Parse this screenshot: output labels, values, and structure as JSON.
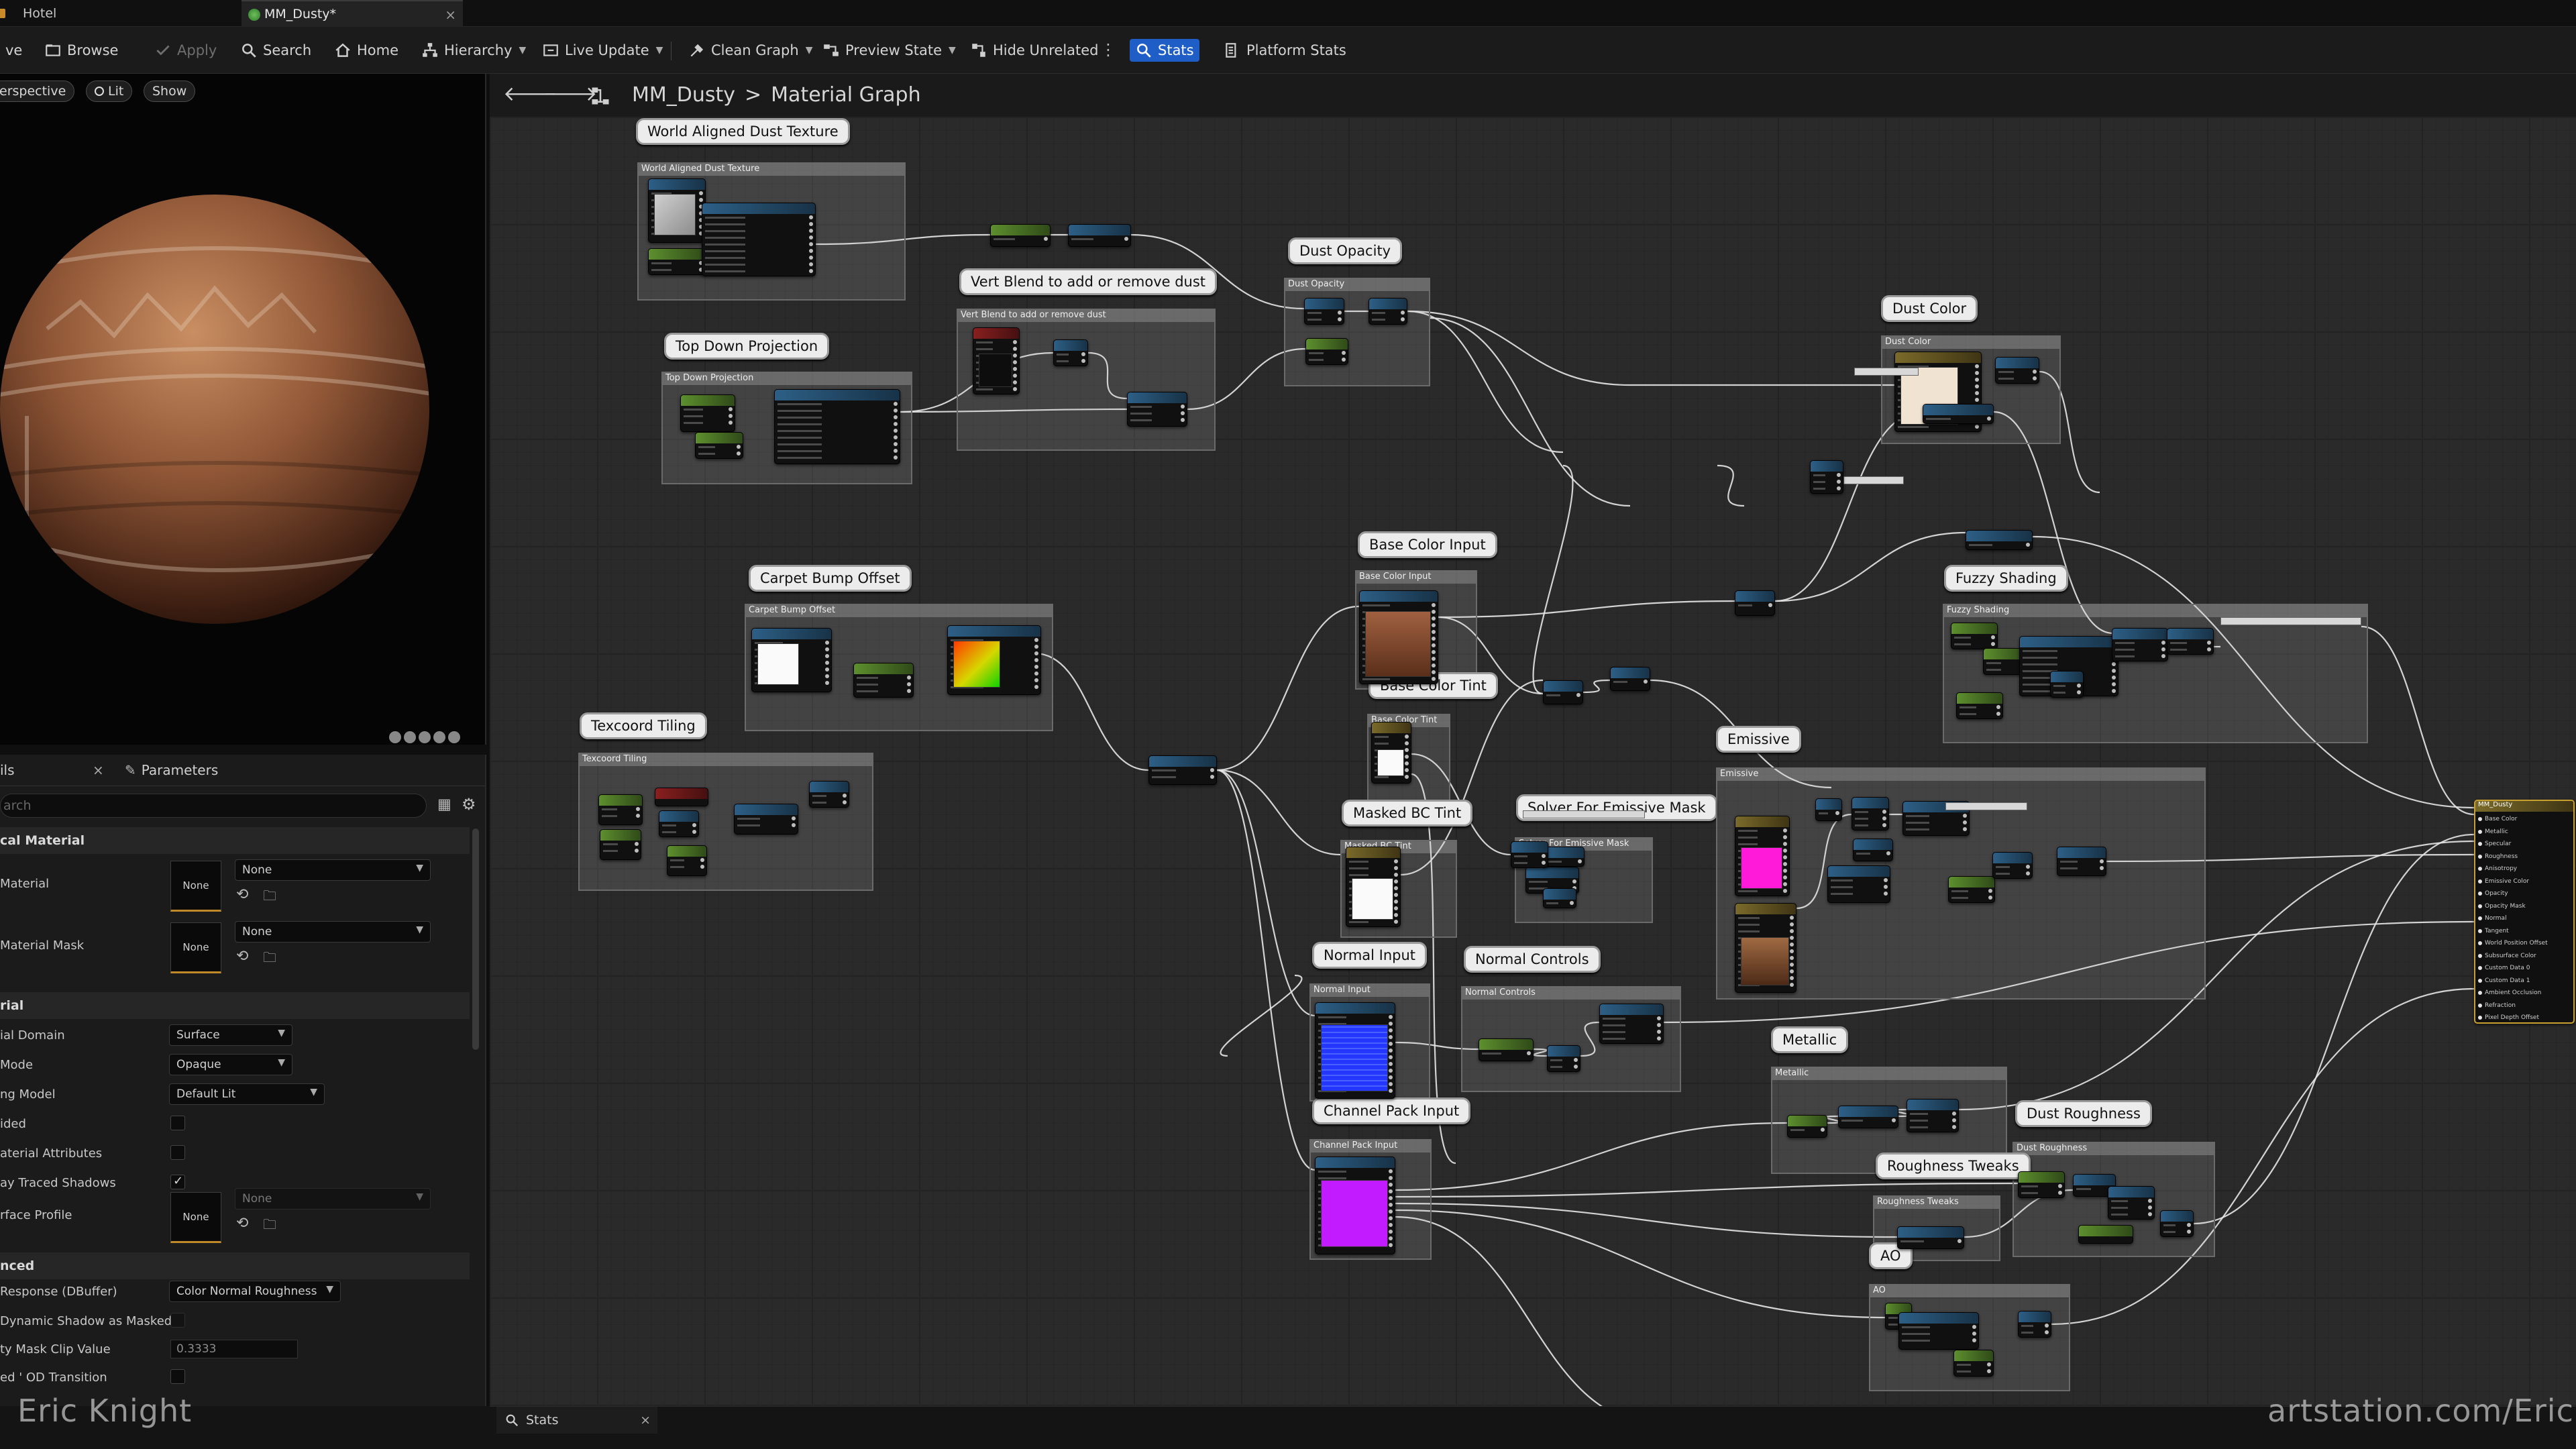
{
  "tabs": [
    {
      "label": "Hotel",
      "active": false
    },
    {
      "label": "MM_Dusty*",
      "active": true
    }
  ],
  "toolbar": {
    "left_fragment": "ve",
    "items": [
      {
        "label": "Browse",
        "icon": "browse-icon"
      },
      {
        "label": "Apply",
        "icon": "apply-icon",
        "disabled": true
      },
      {
        "label": "Search",
        "icon": "search-icon"
      },
      {
        "label": "Home",
        "icon": "home-icon"
      },
      {
        "label": "Hierarchy",
        "icon": "hierarchy-icon",
        "dropdown": true
      },
      {
        "label": "Live Update",
        "icon": "live-update-icon",
        "dropdown": true
      },
      {
        "label": "Clean Graph",
        "icon": "clean-graph-icon",
        "dropdown": true
      },
      {
        "label": "Preview State",
        "icon": "preview-state-icon",
        "dropdown": true
      },
      {
        "label": "Hide Unrelated",
        "icon": "hide-unrelated-icon"
      },
      {
        "label": "Stats",
        "icon": "stats-icon",
        "active": true
      },
      {
        "label": "Platform Stats",
        "icon": "platform-stats-icon"
      }
    ]
  },
  "viewport": {
    "perspective_label": "erspective",
    "lit_label": "Lit",
    "show_label": "Show"
  },
  "details": {
    "tab_fragment": "ils",
    "parameters_tab": "Parameters",
    "search_placeholder": "arch",
    "categories": {
      "physical_material": "cal Material",
      "material": "rial",
      "advanced": "nced"
    },
    "none_label": "None",
    "props": {
      "phys_material": "Material",
      "phys_material_mask": "Material Mask",
      "material_domain": {
        "label": "ial Domain",
        "value": "Surface"
      },
      "blend_mode": {
        "label": " Mode",
        "value": "Opaque"
      },
      "shading_model": {
        "label": "ng Model",
        "value": "Default Lit"
      },
      "two_sided": {
        "label": "ided",
        "checked": false
      },
      "material_attributes": {
        "label": "aterial Attributes",
        "checked": false
      },
      "ray_traced_shadows": {
        "label": "ay Traced Shadows",
        "checked": true
      },
      "surface_profile": {
        "label": "rface Profile",
        "value": "None"
      },
      "dbuffer": {
        "label": " Response (DBuffer)",
        "value": "Color Normal Roughness"
      },
      "dyn_shadow": {
        "label": "Dynamic Shadow as Masked",
        "checked": false
      },
      "clip_value": {
        "label": "ty Mask Clip Value",
        "value": "0.3333"
      },
      "misc": {
        "label": "ed ' OD Transition",
        "checked": false
      }
    }
  },
  "graph": {
    "breadcrumb_asset": "MM_Dusty",
    "breadcrumb_sep": ">",
    "breadcrumb_page": "Material Graph",
    "comments": [
      {
        "id": "world-aligned-dust-texture",
        "label": "World Aligned Dust Texture",
        "inner": "World Aligned Dust Texture"
      },
      {
        "id": "top-down-projection",
        "label": "Top Down Projection",
        "inner": "Top Down Projection"
      },
      {
        "id": "vert-blend",
        "label": "Vert Blend to add or remove dust",
        "inner": "Vert Blend to add or remove dust"
      },
      {
        "id": "dust-opacity",
        "label": "Dust Opacity",
        "inner": "Dust Opacity"
      },
      {
        "id": "dust-color",
        "label": "Dust Color",
        "inner": "Dust Color"
      },
      {
        "id": "carpet-bump-offset",
        "label": "Carpet Bump Offset",
        "inner": "Carpet Bump Offset"
      },
      {
        "id": "texcoord-tiling",
        "label": "Texcoord Tiling",
        "inner": "Texcoord Tiling"
      },
      {
        "id": "base-color-input",
        "label": "Base Color Input",
        "inner": "Base Color Input"
      },
      {
        "id": "base-color-tint",
        "label": "Base Color Tint",
        "inner": "Base Color Tint"
      },
      {
        "id": "masked-bc-tint",
        "label": "Masked BC Tint",
        "inner": "Masked BC Tint"
      },
      {
        "id": "solver-emissive-mask",
        "label": "Solver For Emissive Mask",
        "inner": "Solver For Emissive Mask"
      },
      {
        "id": "emissive",
        "label": "Emissive",
        "inner": "Emissive"
      },
      {
        "id": "fuzzy-shading",
        "label": "Fuzzy Shading",
        "inner": "Fuzzy Shading"
      },
      {
        "id": "normal-input",
        "label": "Normal Input",
        "inner": "Normal Input"
      },
      {
        "id": "normal-controls",
        "label": "Normal Controls",
        "inner": "Normal Controls"
      },
      {
        "id": "metallic",
        "label": "Metallic",
        "inner": "Metallic"
      },
      {
        "id": "dust-roughness",
        "label": "Dust Roughness",
        "inner": "Dust Roughness"
      },
      {
        "id": "roughness-tweaks",
        "label": "Roughness Tweaks",
        "inner": "Roughness Tweaks"
      },
      {
        "id": "channel-pack-input",
        "label": "Channel Pack Input",
        "inner": "Channel Pack Input"
      },
      {
        "id": "ao",
        "label": "AO",
        "inner": "AO"
      }
    ],
    "result_node_title": "MM_Dusty",
    "result_pins": [
      "Base Color",
      "Metallic",
      "Specular",
      "Roughness",
      "Anisotropy",
      "Emissive Color",
      "Opacity",
      "Opacity Mask",
      "Normal",
      "Tangent",
      "World Position Offset",
      "Subsurface Color",
      "Custom Data 0",
      "Custom Data 1",
      "Ambient Occlusion",
      "Refraction",
      "Pixel Depth Offset"
    ]
  },
  "bottom": {
    "stats_tab": "Stats"
  },
  "watermarks": {
    "left": "Eric Knight",
    "right": "artstation.com/EricKnight"
  },
  "colors": {
    "accent": "#1f5ec7",
    "wire": "#e6e6e6",
    "emissive_preview": "#ff1ad9",
    "normal_preview": "#2437ff",
    "channel_pack_preview": "#c21bff",
    "dust_color_preview": "#f1e3d2"
  }
}
